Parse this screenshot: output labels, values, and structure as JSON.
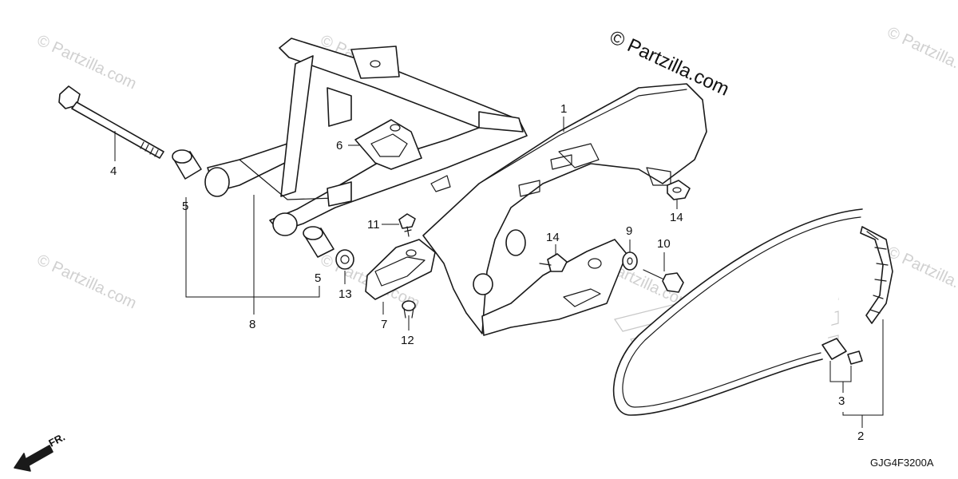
{
  "colors": {
    "line": "#1a1a1a",
    "watermark": "#d0d0d0",
    "background": "#ffffff"
  },
  "watermarks": {
    "main": "© Partzilla.com",
    "tile": "© Partzilla.com"
  },
  "diagram_code": "GJG4F3200A",
  "front_indicator": {
    "label": "FR.",
    "icon": "front-arrow-icon"
  },
  "callouts": {
    "p1": "1",
    "p2": "2",
    "p3": "3",
    "p4": "4",
    "p5a": "5",
    "p5b": "5",
    "p6": "6",
    "p7": "7",
    "p8": "8",
    "p9": "9",
    "p10": "10",
    "p11": "11",
    "p12": "12",
    "p13": "13",
    "p14a": "14",
    "p14b": "14"
  }
}
